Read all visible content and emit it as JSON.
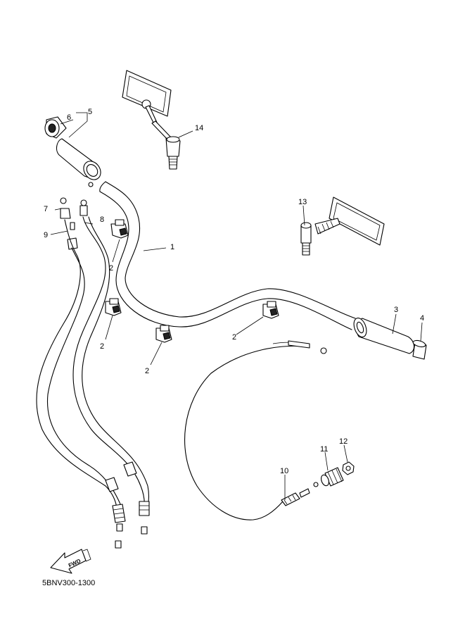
{
  "callouts": {
    "c1": "1",
    "c2a": "2",
    "c2b": "2",
    "c2c": "2",
    "c2d": "2",
    "c3": "3",
    "c4": "4",
    "c5": "5",
    "c6": "6",
    "c7": "7",
    "c8": "8",
    "c9": "9",
    "c10": "10",
    "c11": "11",
    "c12": "12",
    "c13": "13",
    "c14": "14"
  },
  "fwd_label": "FWD",
  "diagram_code": "5BNV300-1300"
}
